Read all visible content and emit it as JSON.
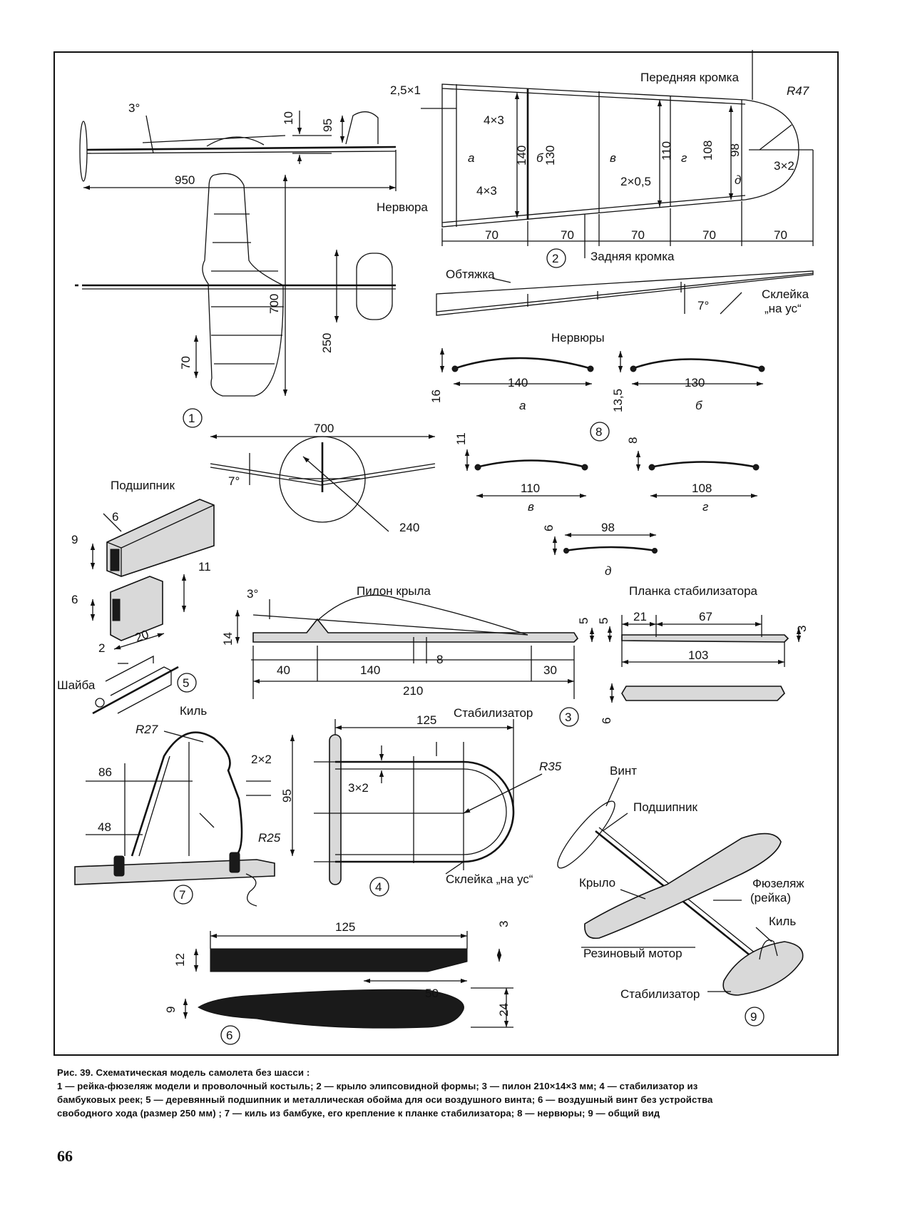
{
  "figure": {
    "circles": [
      "1",
      "2",
      "3",
      "4",
      "5",
      "6",
      "7",
      "8",
      "9"
    ],
    "fig1": {
      "angle": "3°",
      "d10": "10",
      "d95": "95",
      "d950": "950",
      "d700": "700",
      "d250": "250",
      "d70": "70"
    },
    "fig2": {
      "front_edge": "Передняя кромка",
      "rear_edge": "Задняя кромка",
      "rib": "Нервюра",
      "d2_5x1": "2,5×1",
      "d4x3_top": "4×3",
      "d4x3_bot": "4×3",
      "d2x0_5": "2×0,5",
      "d3x2": "3×2",
      "r47": "R47",
      "heights": [
        "140",
        "130",
        "110",
        "108",
        "98"
      ],
      "bays": [
        "70",
        "70",
        "70",
        "70",
        "70"
      ],
      "letters": [
        "а",
        "б",
        "в",
        "г",
        "д"
      ],
      "covering": "Обтяжка",
      "splice_l1": "Склейка",
      "splice_l2": "„на ус“",
      "angle7": "7°"
    },
    "fig_dihedral": {
      "d700": "700",
      "angle7": "7°",
      "d240": "240"
    },
    "fig8": {
      "title": "Нервюры",
      "ribs": [
        {
          "len": "140",
          "h": "16",
          "letter": "а"
        },
        {
          "len": "130",
          "h": "13,5",
          "letter": "б"
        },
        {
          "len": "110",
          "h": "11",
          "letter": "в"
        },
        {
          "len": "108",
          "h": "8",
          "letter": "г"
        },
        {
          "len": "98",
          "h": "6",
          "letter": "д"
        }
      ]
    },
    "fig5": {
      "bearing": "Подшипник",
      "washer": "Шайба",
      "d6a": "6",
      "d9": "9",
      "d11": "11",
      "d6b": "6",
      "d2": "2",
      "d20": "20"
    },
    "fig3": {
      "title": "Пилон крыла",
      "angle": "3°",
      "d14": "14",
      "d40": "40",
      "d140": "140",
      "d8": "8",
      "d30": "30",
      "d210": "210",
      "d5": "5"
    },
    "strip": {
      "title": "Планка стабилизатора",
      "d5": "5",
      "d21": "21",
      "d67": "67",
      "d3": "3",
      "d103": "103",
      "d6": "6"
    },
    "fig4": {
      "title": "Стабилизатор",
      "d125": "125",
      "r35": "R35",
      "d3x2": "3×2",
      "splice": "Склейка „на ус“"
    },
    "fig7": {
      "title": "Киль",
      "r27": "R27",
      "d2x2": "2×2",
      "d86": "86",
      "d95": "95",
      "d48": "48",
      "r25": "R25"
    },
    "fig6": {
      "d125": "125",
      "d3": "3",
      "d12": "12",
      "d50": "50",
      "d9": "9",
      "d24": "24"
    },
    "fig9": {
      "prop": "Винт",
      "bearing": "Подшипник",
      "wing": "Крыло",
      "fus_l1": "Фюзеляж",
      "fus_l2": "(рейка)",
      "fin": "Киль",
      "motor": "Резиновый мотор",
      "stab": "Стабилизатор"
    }
  },
  "caption": {
    "title": "Рис. 39. Схематическая модель самолета   без шасси  :",
    "line1": "1 — рейка-фюзеляж модели и проволочный костыль; 2 — крыло элипсовидной формы; 3 — пилон 210×14×3 мм; 4 — стабилизатор из",
    "line2": "бамбуковых реек; 5 — деревянный подшипник и металлическая обойма для оси воздушного винта; 6 — воздушный винт без устройства",
    "line3": "свободного хода (размер 250 мм) ; 7 — киль из бамбуке, его крепление к планке стабилизатора; 8 — нервюры; 9 — общий вид"
  },
  "page_number": "66"
}
